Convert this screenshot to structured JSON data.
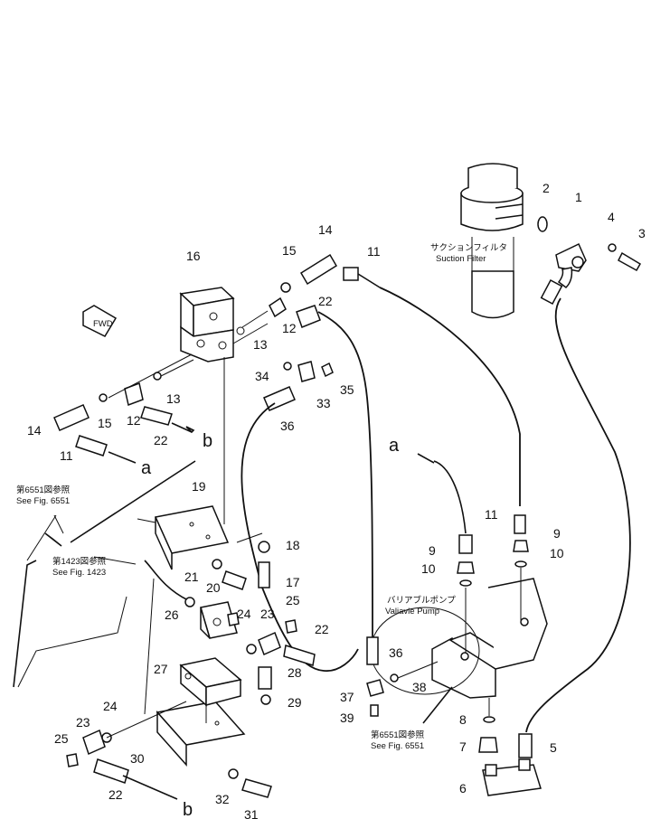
{
  "labels": {
    "suction_filter_jp": "サクションフィルタ",
    "suction_filter_en": "Suction Filter",
    "pump_jp": "バリアブルポンプ",
    "pump_en": "Valiavle Pump",
    "ref_6551_jp": "第6551図参照",
    "ref_6551_en": "See Fig. 6551",
    "ref_1423_jp": "第1423図参照",
    "ref_1423_en": "See Fig. 1423",
    "ref_6551b_jp": "第6551図参照",
    "ref_6551b_en": "See Fig. 6551",
    "fwd": "FWD"
  },
  "letters": {
    "a1": "a",
    "a2": "a",
    "b1": "b",
    "b2": "b"
  },
  "callouts": {
    "p1": "1",
    "p2": "2",
    "p3": "3",
    "p4": "4",
    "p5": "5",
    "p6": "6",
    "p7": "7",
    "p8": "8",
    "p9a": "9",
    "p9b": "9",
    "p10a": "10",
    "p10b": "10",
    "p11a": "11",
    "p11b": "11",
    "p11c": "11",
    "p12a": "12",
    "p12b": "12",
    "p13a": "13",
    "p13b": "13",
    "p14a": "14",
    "p14b": "14",
    "p15a": "15",
    "p15b": "15",
    "p16": "16",
    "p17": "17",
    "p18": "18",
    "p19": "19",
    "p20": "20",
    "p21": "21",
    "p22a": "22",
    "p22b": "22",
    "p22c": "22",
    "p22d": "22",
    "p23a": "23",
    "p23b": "23",
    "p24a": "24",
    "p24b": "24",
    "p25a": "25",
    "p25b": "25",
    "p26": "26",
    "p27": "27",
    "p28": "28",
    "p29": "29",
    "p30": "30",
    "p31": "31",
    "p32": "32",
    "p33": "33",
    "p34": "34",
    "p35": "35",
    "p36a": "36",
    "p36b": "36",
    "p37": "37",
    "p38": "38",
    "p39": "39"
  }
}
